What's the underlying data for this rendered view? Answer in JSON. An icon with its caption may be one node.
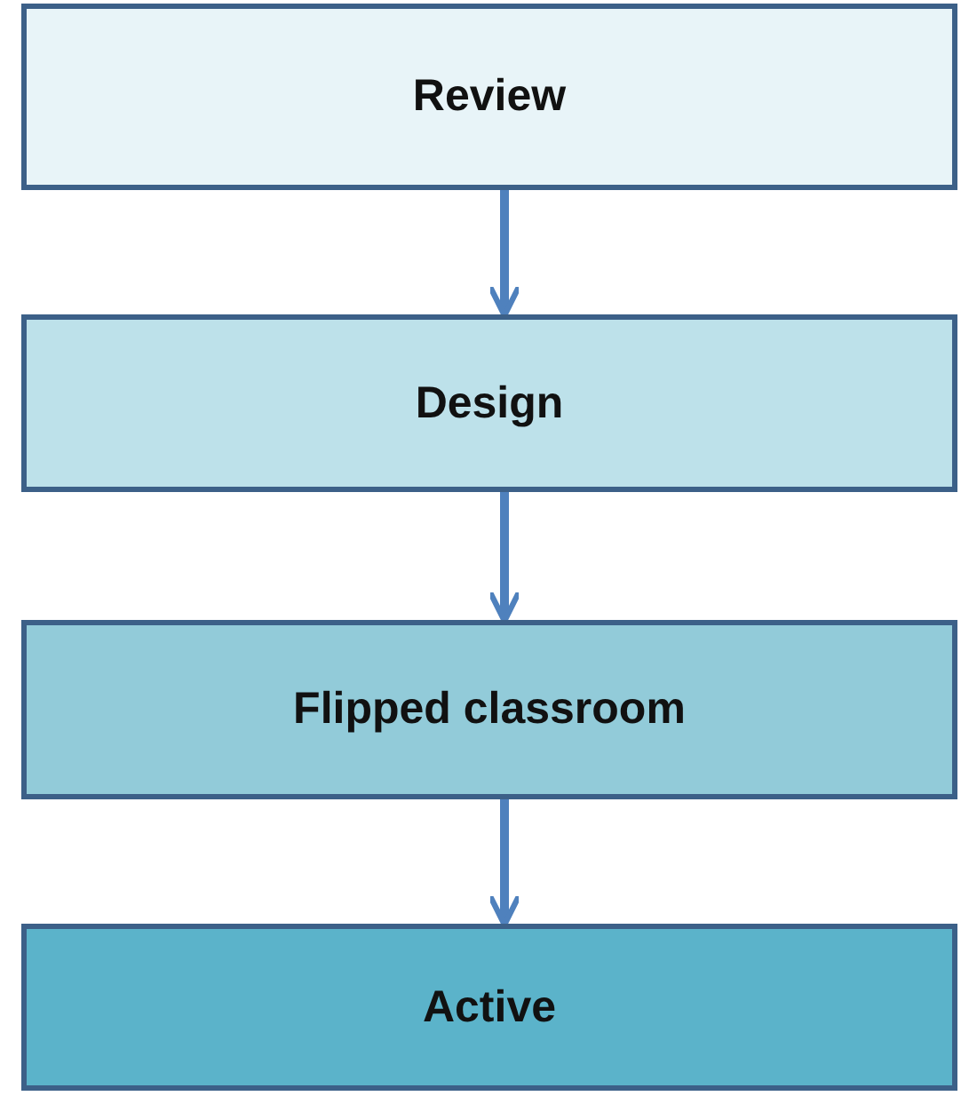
{
  "diagram": {
    "nodes": [
      {
        "text": [
          "Review"
        ]
      },
      {
        "text": [
          "Design"
        ]
      },
      {
        "text": [
          "Flipped classroom"
        ]
      },
      {
        "text": [
          "Active"
        ]
      }
    ],
    "edges": [
      {
        "from": 0,
        "to": 1,
        "arrow": "to"
      },
      {
        "from": 1,
        "to": 2,
        "arrow": "to"
      },
      {
        "from": 2,
        "to": 3,
        "arrow": "to"
      }
    ]
  }
}
